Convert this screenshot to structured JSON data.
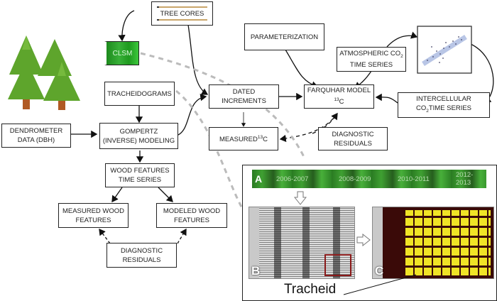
{
  "nodes": {
    "tree_cores": "TREE CORES",
    "clsm": "CLSM",
    "parameterization": "PARAMETERIZATION",
    "atmospheric_co2": [
      "ATMOSPHERIC CO",
      "2",
      "TIME SERIES"
    ],
    "tracheidograms": "TRACHEIDOGRAMS",
    "dated_increments": [
      "DATED",
      "INCREMENTS"
    ],
    "farquhar_model": [
      "FARQUHAR MODEL",
      "13",
      "C"
    ],
    "intercellular_co2": [
      "INTERCELLULAR",
      "CO",
      "2",
      "TIME SERIES"
    ],
    "dendrometer": [
      "DENDROMETER",
      "DATA (DBH)"
    ],
    "gompertz": [
      "GOMPERTZ",
      "(INVERSE) MODELING"
    ],
    "measured_13c": [
      "MEASURED",
      "13",
      "C"
    ],
    "diagnostic_residuals_right": [
      "DIAGNOSTIC",
      "RESIDUALS"
    ],
    "wood_features_ts": [
      "WOOD FEATURES",
      "TIME SERIES"
    ],
    "measured_wood": [
      "MEASURED WOOD",
      "FEATURES"
    ],
    "modeled_wood": [
      "MODELED WOOD",
      "FEATURES"
    ],
    "diagnostic_residuals_left": [
      "DIAGNOSTIC",
      "RESIDUALS"
    ]
  },
  "panel": {
    "strip_letter": "A",
    "years": [
      "2006-2007",
      "2008-2009",
      "2010-2011",
      "2012-2013"
    ],
    "letter_b": "B",
    "letter_c": "C",
    "tracheid_label": "Tracheid"
  },
  "colors": {
    "cell_yellow": "#f0e426",
    "cell_dark": "#3a0a08",
    "clsm_green": "#2a9a2a"
  }
}
